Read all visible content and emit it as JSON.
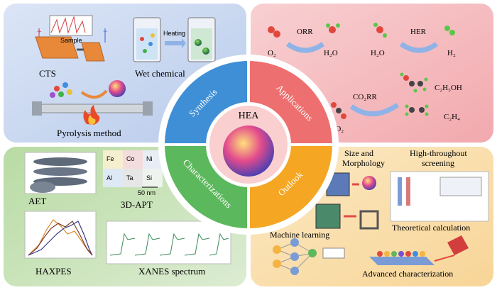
{
  "center": {
    "label": "HEA"
  },
  "ring": {
    "synthesis": "Synthesis",
    "applications": "Applications",
    "characterizations": "Characterizations",
    "outlook": "Outlook"
  },
  "synthesis_panel": {
    "cts": "CTS",
    "sample": "Sample",
    "wet_chemical": "Wet chemical",
    "heating": "Heating",
    "pyrolysis": "Pyrolysis method"
  },
  "applications_panel": {
    "orr": "ORR",
    "her": "HER",
    "co2rr": "CO₂RR",
    "o2": "O₂",
    "h2o_a": "H₂O",
    "h2o_b": "H₂O",
    "h2": "H₂",
    "co2": "CO₂",
    "c2h5oh": "C₂H₅OH",
    "c2h4": "C₂H₄"
  },
  "characterization_panel": {
    "aet": "AET",
    "apt": "3D-APT",
    "scale": "50 nm",
    "elements": [
      "Fe",
      "Co",
      "Ni",
      "Al",
      "Ta",
      "Si"
    ],
    "haxpes": "HAXPES",
    "xanes": "XANES spectrum"
  },
  "outlook_panel": {
    "size_morph_1": "Size and",
    "size_morph_2": "Morphology",
    "hts_1": "High-throughout",
    "hts_2": "screening",
    "theory": "Theoretical calculation",
    "ml": "Machine learning",
    "advanced": "Advanced characterization"
  },
  "colors": {
    "synthesis_bg": "#c6d4ee",
    "applications_bg": "#f6bcc0",
    "characterization_bg": "#cfe4c2",
    "outlook_bg": "#fbe3b4",
    "ring_synthesis": "#3f8fd6",
    "ring_applications": "#ee6f6f",
    "ring_characterization": "#5cb85c",
    "ring_outlook": "#f5a623",
    "center": "#fbd2d2"
  }
}
